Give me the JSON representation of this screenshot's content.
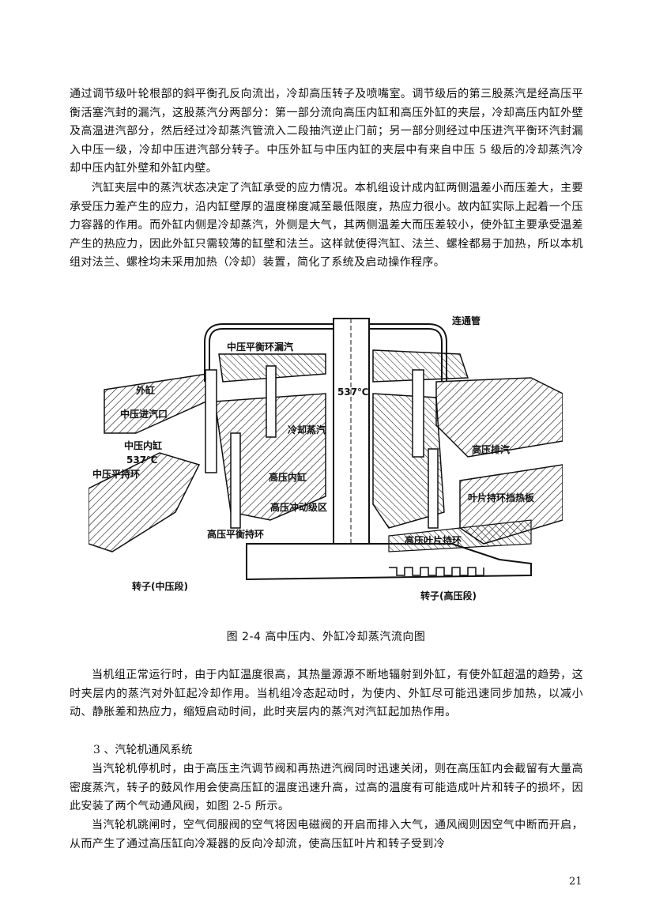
{
  "paragraphs": {
    "p1": "通过调节级叶轮根部的斜平衡孔反向流出，冷却高压转子及喷嘴室。调节级后的第三股蒸汽是经高压平衡活塞汽封的漏汽，这股蒸汽分两部分：第一部分流向高压内缸和高压外缸的夹层，冷却高压内缸外壁及高温进汽部分，然后经过冷却蒸汽管流入二段抽汽逆止门前；另一部分则经过中压进汽平衡环汽封漏入中压一级，冷却中压进汽部分转子。中压外缸与中压内缸的夹层中有来自中压 5 级后的冷却蒸汽冷却中压内缸外壁和外缸内壁。",
    "p2": "汽缸夹层中的蒸汽状态决定了汽缸承受的应力情况。本机组设计成内缸两侧温差小而压差大，主要承受压力差产生的应力，沿内缸壁厚的温度梯度减至最低限度，热应力很小。故内缸实际上起着一个压力容器的作用。而外缸内侧是冷却蒸汽，外侧是大气，其两侧温差大而压差较小，使外缸主要承受温差产生的热应力，因此外缸只需较薄的缸壁和法兰。这样就使得汽缸、法兰、螺栓都易于加热，所以本机组对法兰、螺栓均未采用加热（冷却）装置，简化了系统及启动操作程序。",
    "p3": "当机组正常运行时，由于内缸温度很高，其热量源源不断地辐射到外缸，有使外缸超温的趋势，这时夹层内的蒸汽对外缸起冷却作用。当机组冷态起动时，为使内、外缸尽可能迅速同步加热，以减小动、静胀差和热应力，缩短启动时间，此时夹层内的蒸汽对汽缸起加热作用。",
    "heading": "3 、汽轮机通风系统",
    "p4": "当汽轮机停机时，由于高压主汽调节阀和再热进汽阀同时迅速关闭，则在高压缸内会截留有大量高密度蒸汽，转子的鼓风作用会使高压缸的温度迅速升高，过高的温度有可能造成叶片和转子的损坏，因此安装了两个气动通风阀，如图 2-5 所示。",
    "p5": "当汽轮机跳闸时，空气伺服阀的空气将因电磁阀的开启而排入大气，通风阀则因空气中断而开启，从而产生了通过高压缸向冷凝器的反向冷却流，使高压缸叶片和转子受到冷"
  },
  "figure": {
    "caption": "图 2-4    高中压内、外缸冷却蒸汽流向图",
    "labels": {
      "connecting_pipe": "连通管",
      "ip_balance_leak": "中压平衡环漏汽",
      "outer_casing": "外缸",
      "ip_inlet": "中压进汽口",
      "ip_inner_casing": "中压内缸",
      "temp_ip": "537℃",
      "ip_ring": "中压平持环",
      "temp_center": "537℃",
      "cooling_steam": "冷却蒸汽",
      "hp_inner_casing": "高压内缸",
      "hp_exhaust": "高压排汽",
      "blade_ring_plate": "叶片持环挡热板",
      "hp_impulse": "高压冲动级区",
      "hp_balance_ring": "高压平衡持环",
      "hp_blade_ring": "高压叶片持环",
      "rotor_ip": "转子(中压段)",
      "rotor_hp": "转子(高压段)"
    }
  },
  "page_number": "21"
}
